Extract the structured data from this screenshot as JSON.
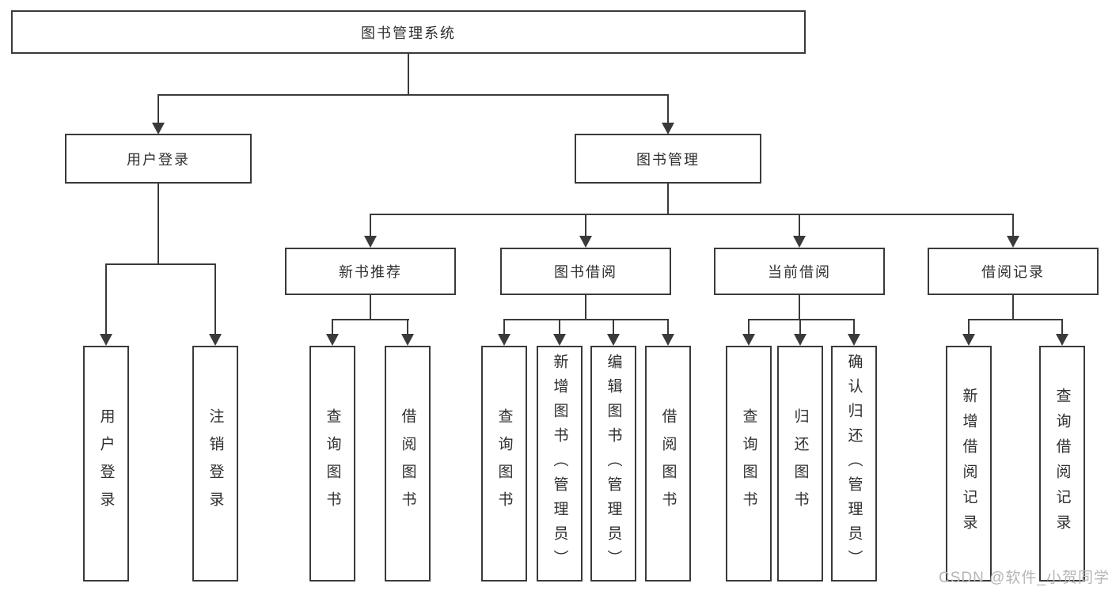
{
  "nodes": {
    "root": "图书管理系统",
    "user_login": "用户登录",
    "book_mgmt": "图书管理",
    "new_book_rec": "新书推荐",
    "book_borrow": "图书借阅",
    "current_borrow": "当前借阅",
    "borrow_records": "借阅记录",
    "leaf_user_login": "用户登录",
    "leaf_logout": "注销登录",
    "leaf_nb_query": "查询图书",
    "leaf_nb_borrow": "借阅图书",
    "leaf_bb_query": "查询图书",
    "leaf_bb_add": "新增图书（管理员）",
    "leaf_bb_edit": "编辑图书（管理员）",
    "leaf_bb_borrow": "借阅图书",
    "leaf_cb_query": "查询图书",
    "leaf_cb_return": "归还图书",
    "leaf_cb_confirm": "确认归还（管理员）",
    "leaf_br_add": "新增借阅记录",
    "leaf_br_query": "查询借阅记录"
  },
  "watermark": "CSDN @软件_小贺同学",
  "colors": {
    "line": "#3a3a3a",
    "text": "#2f2f2f",
    "watermark": "#b6b6b6",
    "background": "#ffffff"
  }
}
